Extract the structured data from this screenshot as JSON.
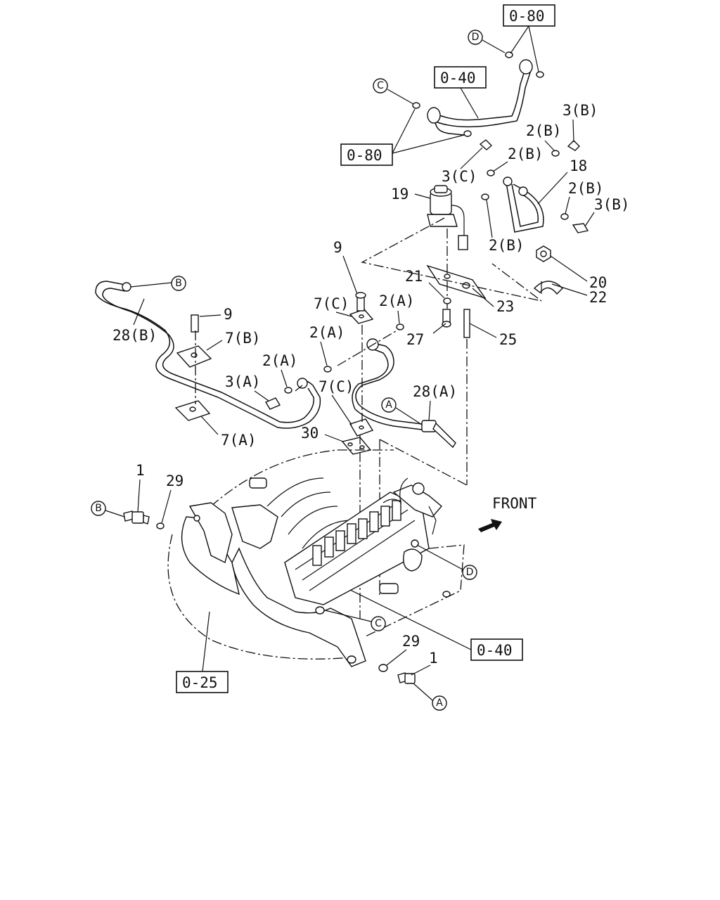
{
  "refs": {
    "r080_top": "0-80",
    "r040_top": "0-40",
    "r080_left": "0-80",
    "r040_bottom": "0-40",
    "r025": "0-25"
  },
  "callouts": {
    "A_pipe": "A",
    "A_bottom": "A",
    "B_pipe": "B",
    "B_left": "B",
    "C_top": "C",
    "C_bottom": "C",
    "D_top": "D",
    "D_bottom": "D"
  },
  "labels": {
    "p3B_top": "3(B)",
    "p2B_a": "2(B)",
    "p2B_b": "2(B)",
    "p18": "18",
    "p2B_c": "2(B)",
    "p3B_right": "3(B)",
    "p3C": "3(C)",
    "p19": "19",
    "p2B_d": "2(B)",
    "p20": "20",
    "p9_top": "9",
    "p21": "21",
    "p22": "22",
    "p7C_top": "7(C)",
    "p2A_top": "2(A)",
    "p23": "23",
    "p9_left": "9",
    "p28B": "28(B)",
    "p7B": "7(B)",
    "p2A_mid": "2(A)",
    "p27": "27",
    "p25": "25",
    "p2A_left": "2(A)",
    "p3A": "3(A)",
    "p7C_mid": "7(C)",
    "p28A": "28(A)",
    "p7A": "7(A)",
    "p30": "30",
    "p1_left": "1",
    "p29_left": "29",
    "front": "FRONT",
    "p29_bottom": "29",
    "p1_bottom": "1"
  }
}
